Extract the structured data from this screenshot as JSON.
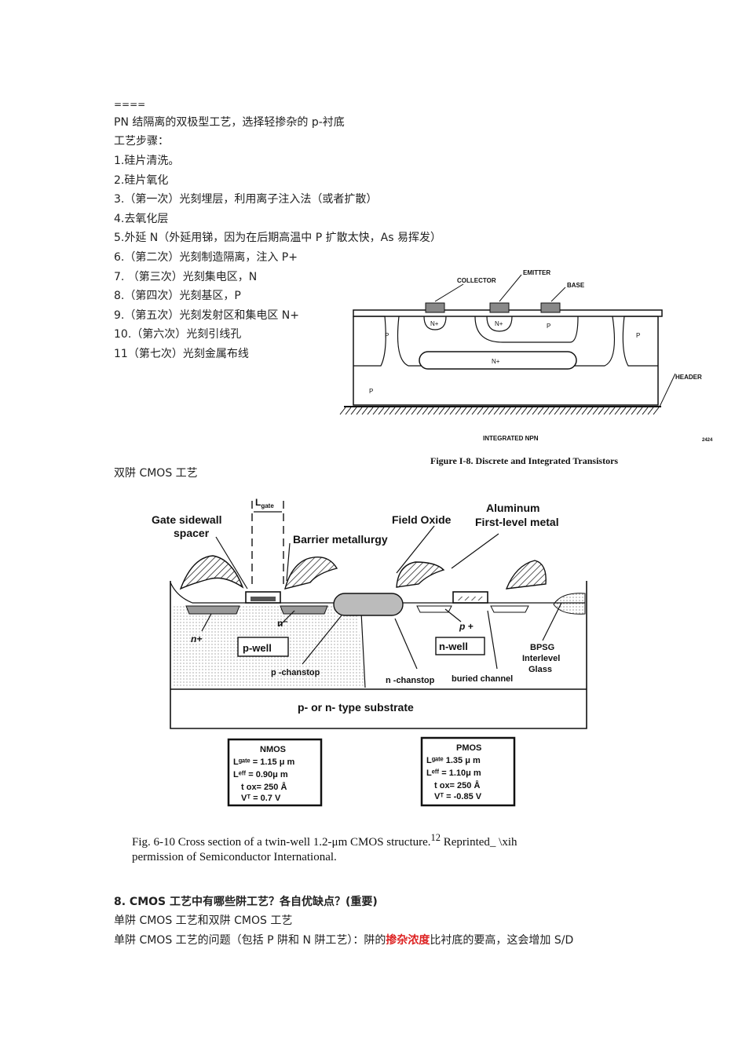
{
  "text": {
    "separator": "====",
    "intro": "PN 结隔离的双极型工艺，选择轻掺杂的 p-衬底",
    "steps_heading": "工艺步骤：",
    "steps": [
      "1.硅片清洗。",
      "2.硅片氧化",
      "3.（第一次）光刻埋层，利用离子注入法（或者扩散）",
      "4.去氧化层",
      "5.外延 N（外延用锑，因为在后期高温中 P 扩散太快，As 易挥发）",
      "6.（第二次）光刻制造隔离，注入 P+",
      "7. （第三次）光刻集电区，N",
      "8.（第四次）光刻基区，P",
      "9.（第五次）光刻发射区和集电区 N+",
      "10.（第六次）光刻引线孔",
      "11（第七次）光刻金属布线"
    ],
    "twin_well_heading": "双阱 CMOS 工艺",
    "q8_heading": "8. CMOS 工艺中有哪些阱工艺？各自优缺点？(重要)",
    "q8_line1": "单阱 CMOS 工艺和双阱 CMOS 工艺",
    "q8_line2_pre": "单阱 CMOS 工艺的问题（包括 P 阱和 N 阱工艺）：阱的",
    "q8_line2_red": "掺杂浓度",
    "q8_line2_post": "比衬底的要高，这会增加 S/D"
  },
  "figure1": {
    "labels": {
      "collector": "COLLECTOR",
      "emitter": "EMITTER",
      "base": "BASE",
      "n_plus_collector": "N+",
      "n_plus_emitter": "N+",
      "p_base": "P",
      "p_left": "P",
      "p_right": "P",
      "n_plus_buried": "N+",
      "p_substrate": "P",
      "header": "HEADER",
      "integrated_npn": "INTEGRATED NPN",
      "code": "2424"
    },
    "caption": "Figure I-8.  Discrete and Integrated Transistors"
  },
  "figure2": {
    "labels": {
      "lgate": "L",
      "lgate_sub": "gate",
      "gate_sidewall": "Gate  sidewall",
      "spacer": "spacer",
      "barrier": "Barrier  metallurgy",
      "field_oxide": "Field  Oxide",
      "aluminum": "Aluminum",
      "first_level": "First-level  metal",
      "n_minus": "n⁻",
      "n_plus": "n+",
      "p_plus": "p +",
      "p_well": "p-well",
      "n_well": "n-well",
      "p_chanstop": "p -chanstop",
      "n_chanstop": "n -chanstop",
      "buried_channel": "buried channel",
      "bpsg": "BPSG",
      "interlevel": "Interlevel",
      "glass": "Glass",
      "substrate": "p-   or  n-  type  substrate"
    },
    "nmos": {
      "title": "NMOS",
      "lgate": "Lᵍᵃᵗᵉ  = 1.15 μ m",
      "leff": "Lᵉᶠᶠ    = 0.90μ m",
      "tox": "t  ox=   250  Å",
      "vt": "Vᵀ  =  0.7 V"
    },
    "pmos": {
      "title": "PMOS",
      "lgate": "Lᵍᵃᵗᵉ    1.35 μ m",
      "leff": "Lᵉᶠᶠ    = 1.10μ m",
      "tox": "t  ox=   250  Å",
      "vt": "Vᵀ  =  -0.85 V"
    },
    "caption_line1": "Fig. 6-10  Cross  section  of  a  twin-well  1.2-μm  CMOS  structure.",
    "caption_ref": "12",
    "caption_tail": "Reprinted_ \\xih",
    "caption_line2": "permission  of  Semiconductor  International."
  }
}
